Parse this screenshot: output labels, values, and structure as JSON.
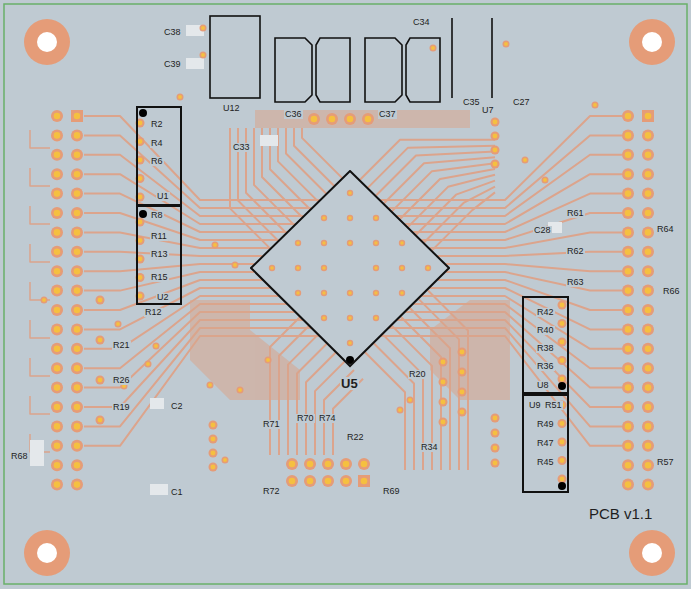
{
  "diagram": {
    "nodes": [
      {
        "text": [
          "R2",
          "R4",
          "R6",
          "U1"
        ]
      },
      {
        "text": [
          "R8",
          "R11",
          "R13",
          "R15",
          "U2"
        ]
      },
      {
        "text": [
          "U5"
        ]
      },
      {
        "text": [
          "R42",
          "R40",
          "R38",
          "R36",
          "U8"
        ]
      },
      {
        "text": [
          "U9",
          "R51",
          "R49",
          "R47",
          "R45"
        ]
      }
    ],
    "labels": [
      "C38",
      "C39",
      "U12",
      "C36",
      "C37",
      "C34",
      "C35",
      "U7",
      "C27",
      "C33",
      "R61",
      "R64",
      "C28",
      "R62",
      "R63",
      "R66",
      "R12",
      "R21",
      "R26",
      "R19",
      "C2",
      "R68",
      "C1",
      "R20",
      "R70",
      "R74",
      "R71",
      "R22",
      "R34",
      "R72",
      "R69",
      "R57",
      "PCB v1.1"
    ]
  }
}
